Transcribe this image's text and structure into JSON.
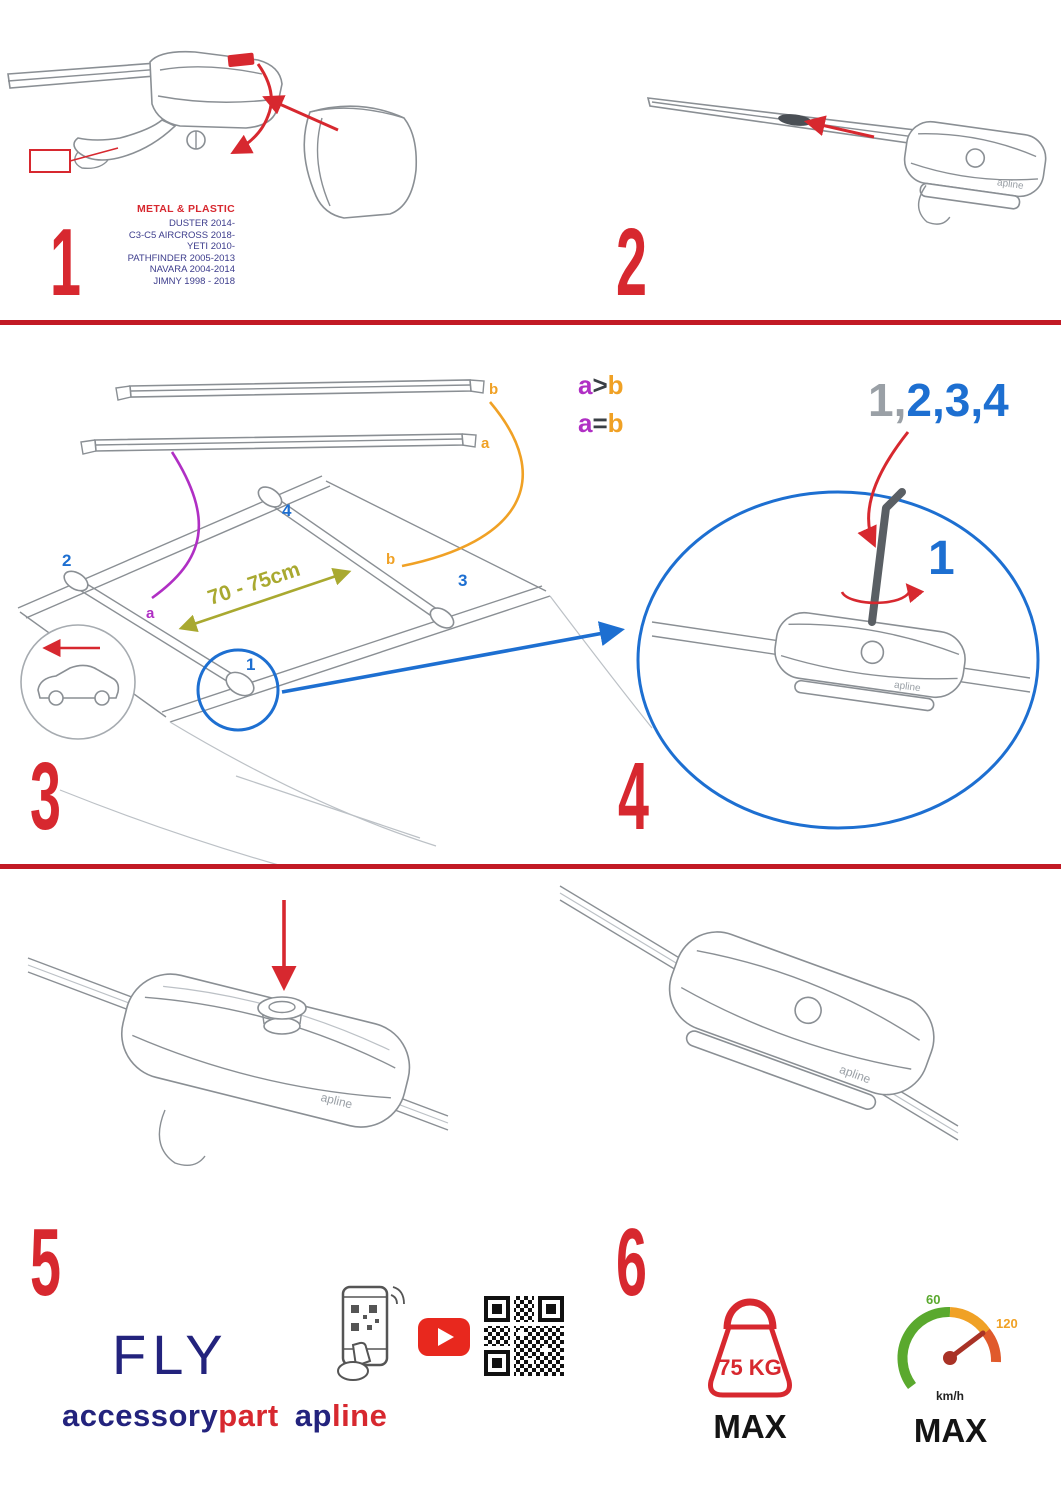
{
  "colors": {
    "red": "#d7282f",
    "navy": "#3c3c8c",
    "blue": "#1d6fd1",
    "purple": "#b02fc4",
    "orange": "#f0a125",
    "olive": "#a9a930"
  },
  "step1": {
    "number": "1",
    "material_label": "METAL & PLASTIC",
    "models": [
      "DUSTER 2014-",
      "C3-C5 AIRCROSS 2018-",
      "YETI 2010-",
      "PATHFINDER 2005-2013",
      "NAVARA 2004-2014",
      "JIMNY 1998 - 2018"
    ]
  },
  "step2": {
    "number": "2"
  },
  "step3": {
    "number": "3",
    "bar_top_label": "b",
    "bar_bottom_label": "a",
    "rule1": {
      "left": "a",
      "op": ">",
      "right": "b"
    },
    "rule2": {
      "left": "a",
      "op": "=",
      "right": "b"
    },
    "distance_label": "70 - 75cm",
    "position_labels": {
      "pos1": "1",
      "pos2": "2",
      "pos3": "3",
      "pos4": "4",
      "a": "a",
      "b": "b"
    }
  },
  "step4": {
    "number": "4",
    "sequence_prefix": "1,",
    "sequence_rest": "2,3,4",
    "first": "1"
  },
  "step5": {
    "number": "5"
  },
  "step6": {
    "number": "6"
  },
  "brand": {
    "logo_small": "apline"
  },
  "footer": {
    "product": "FLY",
    "brand_accessory": "accessory",
    "brand_part": "part",
    "brand_ap": "ap",
    "brand_line": "line",
    "weight_value": "75 KG",
    "weight_max": "MAX",
    "speed_60": "60",
    "speed_120": "120",
    "speed_unit": "km/h",
    "speed_max": "MAX"
  }
}
